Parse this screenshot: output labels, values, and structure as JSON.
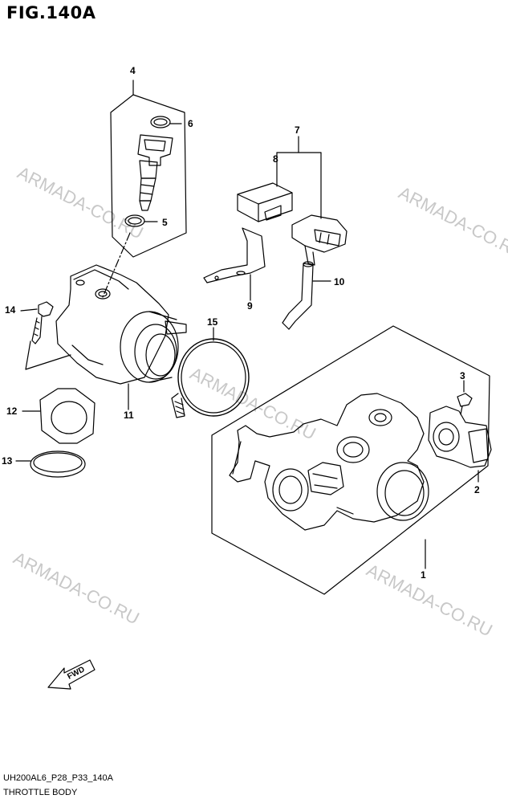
{
  "figure": {
    "title": "FIG.140A",
    "code": "UH200AL6_P28_P33_140A",
    "name": "THROTTLE BODY"
  },
  "watermark": "ARMADA-CO.RU",
  "fwd_label": "FWD",
  "callouts": [
    "1",
    "2",
    "3",
    "4",
    "5",
    "6",
    "7",
    "8",
    "9",
    "10",
    "11",
    "12",
    "13",
    "14",
    "15"
  ]
}
